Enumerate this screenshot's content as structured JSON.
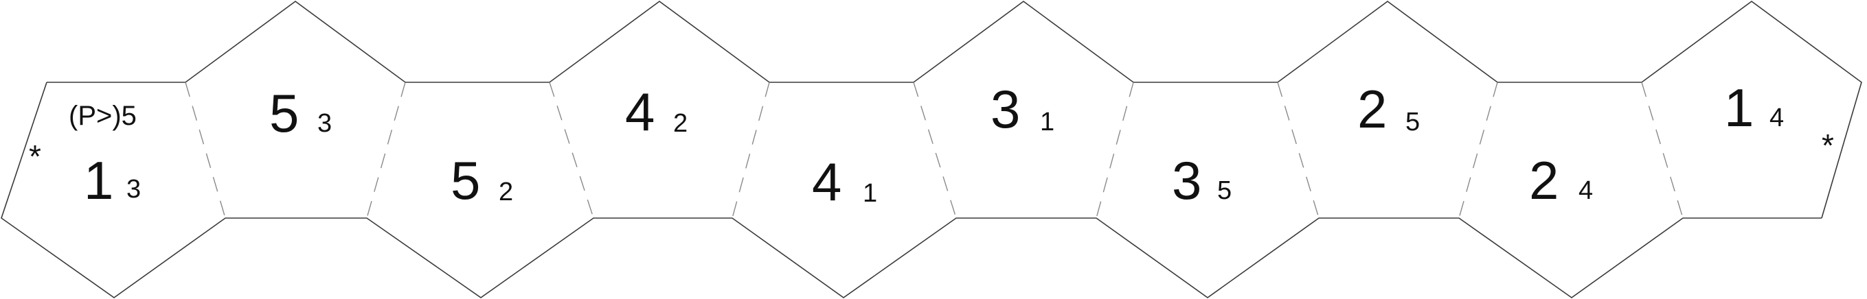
{
  "faces": [
    {
      "main": "1",
      "sub": "3"
    },
    {
      "main": "5",
      "sub": "3"
    },
    {
      "main": "5",
      "sub": "2"
    },
    {
      "main": "4",
      "sub": "2"
    },
    {
      "main": "4",
      "sub": "1"
    },
    {
      "main": "3",
      "sub": "1"
    },
    {
      "main": "3",
      "sub": "5"
    },
    {
      "main": "2",
      "sub": "5"
    },
    {
      "main": "2",
      "sub": "4"
    },
    {
      "main": "1",
      "sub": "4"
    }
  ],
  "annotation": "(P>)5",
  "markers": [
    "*",
    "*"
  ],
  "colors": {
    "line": "#3a3a3a",
    "fold_line": "#8a8a8a",
    "text": "#111111"
  }
}
